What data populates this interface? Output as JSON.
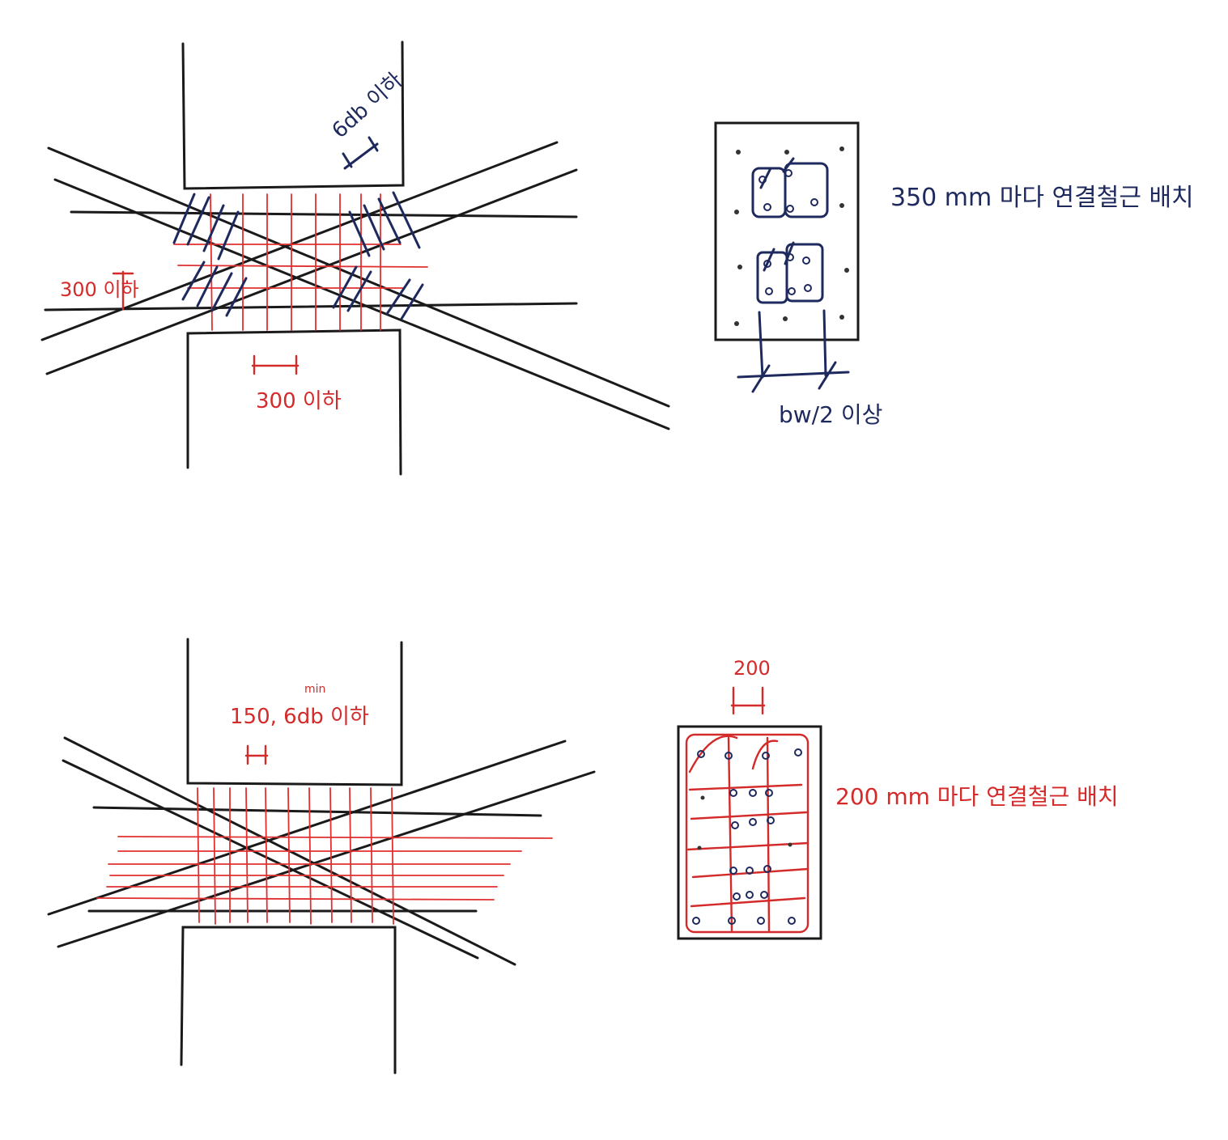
{
  "colors": {
    "ink_black": "#1a1a1a",
    "ink_blue": "#1e2a5e",
    "ink_red": "#d42a2a"
  },
  "top_diagram": {
    "dim_6db": "6db 이하",
    "dim_300_vertical": "300 이하",
    "dim_300_horizontal": "300 이하",
    "section_note": "350 mm 마다 연결철근 배치",
    "section_dim": "bw/2 이상"
  },
  "bottom_diagram": {
    "dim_min_superscript": "min",
    "dim_150_6db": "150, 6db 이하",
    "section_dim_200": "200",
    "section_note": "200 mm 마다 연결철근 배치"
  }
}
